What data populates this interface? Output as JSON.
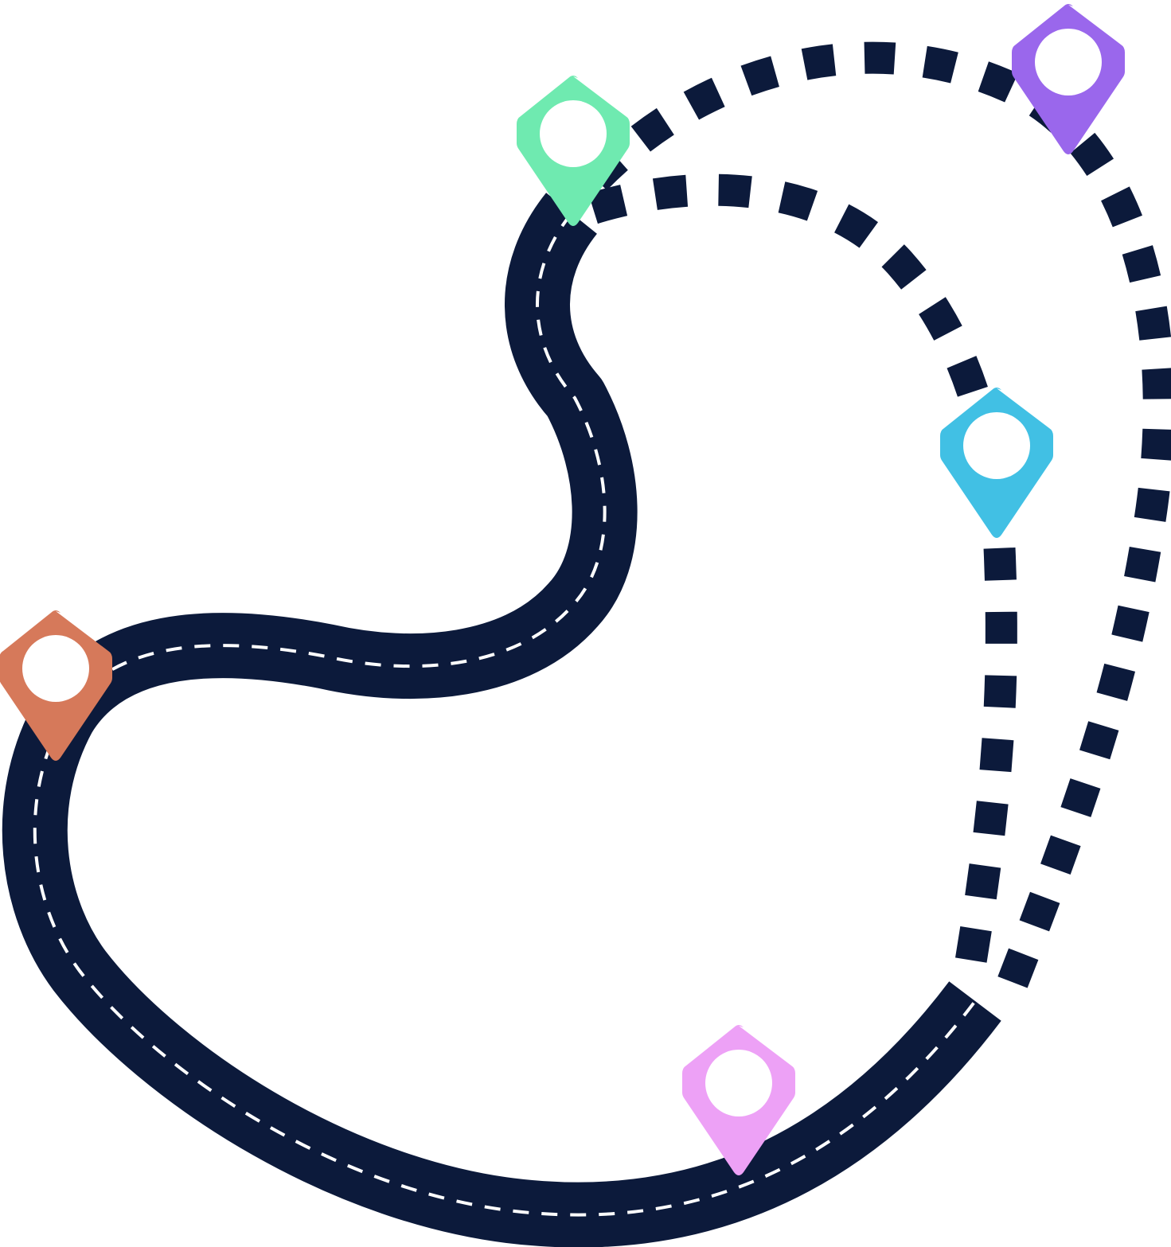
{
  "colors": {
    "background": "#ffffff",
    "road": "#0c1a3b",
    "center_line": "#ffffff",
    "dashed_route": "#0c1a3b",
    "pin_hole": "#ffffff"
  },
  "markers": [
    {
      "id": "orange",
      "icon": "map-pin-icon",
      "color": "#d6795a"
    },
    {
      "id": "green",
      "icon": "map-pin-icon",
      "color": "#6feab0"
    },
    {
      "id": "purple",
      "icon": "map-pin-icon",
      "color": "#9a67ec"
    },
    {
      "id": "cyan",
      "icon": "map-pin-icon",
      "color": "#41c0e4"
    },
    {
      "id": "pink",
      "icon": "map-pin-icon",
      "color": "#eda1f6"
    }
  ]
}
